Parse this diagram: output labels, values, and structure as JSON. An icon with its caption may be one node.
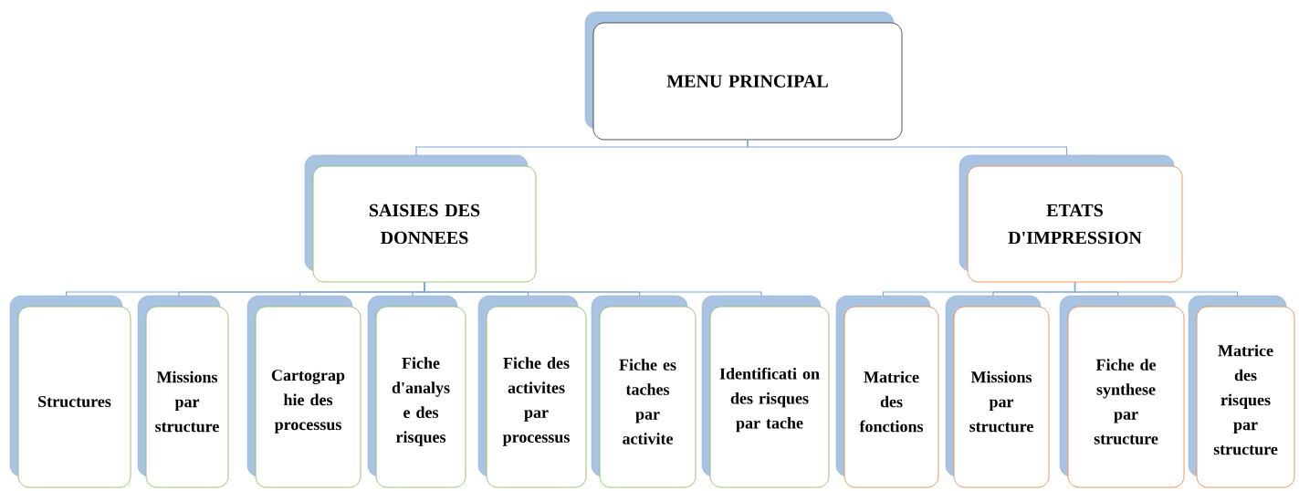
{
  "diagram": {
    "nodes": [
      {
        "text": [
          "MENU PRINCIPAL"
        ]
      },
      {
        "text": [
          "SAISIES DES DONNEES"
        ]
      },
      {
        "text": [
          "ETATS D'IMPRESSION"
        ]
      },
      {
        "text": [
          "Structures"
        ]
      },
      {
        "text": [
          "Missions par structure"
        ]
      },
      {
        "text": [
          "Cartograp hie des processus"
        ]
      },
      {
        "text": [
          "Fiche d'analys e des risques"
        ]
      },
      {
        "text": [
          "Fiche des activites par processus"
        ]
      },
      {
        "text": [
          "Fiche es taches par activite"
        ]
      },
      {
        "text": [
          "Identificati on des risques par tache"
        ]
      },
      {
        "text": [
          "Matrice des fonctions"
        ]
      },
      {
        "text": [
          "Missions par structure"
        ]
      },
      {
        "text": [
          "Fiche de synthese par structure"
        ]
      },
      {
        "text": [
          "Matrice des risques par structure"
        ]
      }
    ],
    "edges": [
      {
        "from": 0,
        "to": 1,
        "arrow": "none"
      },
      {
        "from": 0,
        "to": 2,
        "arrow": "none"
      },
      {
        "from": 1,
        "to": 3,
        "arrow": "none"
      },
      {
        "from": 1,
        "to": 4,
        "arrow": "none"
      },
      {
        "from": 1,
        "to": 5,
        "arrow": "none"
      },
      {
        "from": 1,
        "to": 6,
        "arrow": "none"
      },
      {
        "from": 1,
        "to": 7,
        "arrow": "none"
      },
      {
        "from": 1,
        "to": 8,
        "arrow": "none"
      },
      {
        "from": 1,
        "to": 9,
        "arrow": "none"
      },
      {
        "from": 2,
        "to": 10,
        "arrow": "none"
      },
      {
        "from": 2,
        "to": 11,
        "arrow": "none"
      },
      {
        "from": 2,
        "to": 12,
        "arrow": "none"
      },
      {
        "from": 2,
        "to": 13,
        "arrow": "none"
      }
    ]
  }
}
